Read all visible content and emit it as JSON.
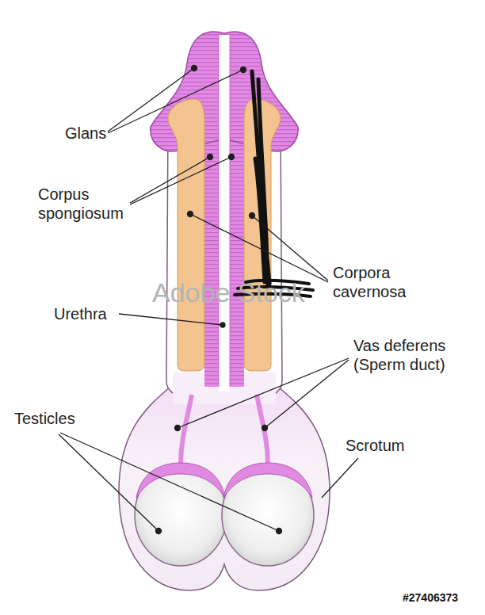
{
  "diagram": {
    "labels": [
      "Glans",
      "Corpus spongiosum",
      "Corpora cavernosa",
      "Urethra",
      "Vas deferens (Sperm duct)",
      "Testicles",
      "Scrotum",
      "#27406373",
      "Adobe Stock"
    ]
  }
}
